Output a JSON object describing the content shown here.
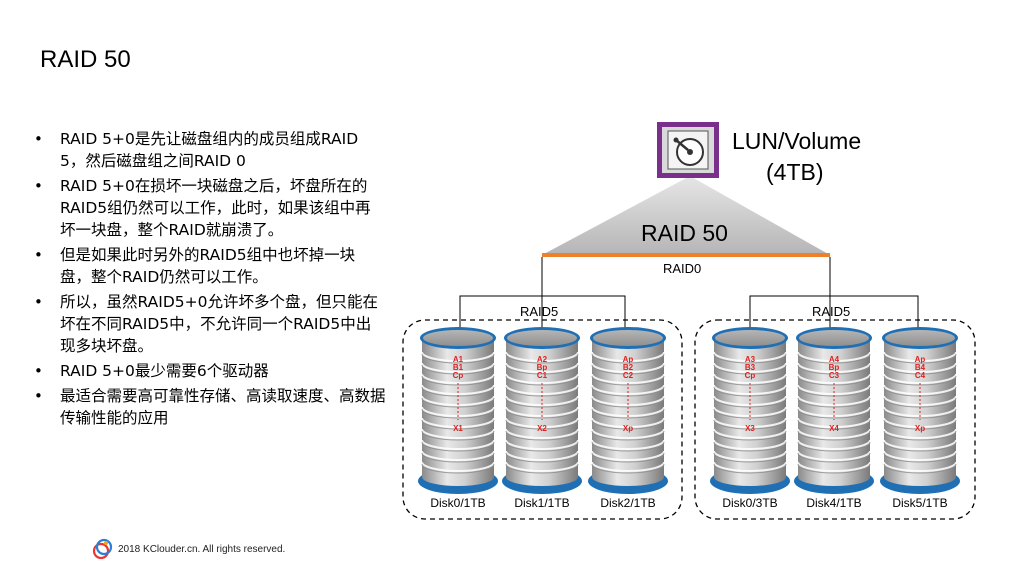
{
  "slide": {
    "title": "RAID 50",
    "bullets": [
      "RAID 5+0是先让磁盘组内的成员组成RAID 5，然后磁盘组之间RAID 0",
      "RAID 5+0在损坏一块磁盘之后，坏盘所在的RAID5组仍然可以工作，此时，如果该组中再坏一块盘，整个RAID就崩溃了。",
      "但是如果此时另外的RAID5组中也坏掉一块盘，整个RAID仍然可以工作。",
      "所以，虽然RAID5+0允许坏多个盘，但只能在坏在不同RAID5中，不允许同一个RAID5中出现多块坏盘。",
      "RAID 5+0最少需要6个驱动器",
      "最适合需要高可靠性存储、高读取速度、高数据传输性能的应用"
    ],
    "footer": "2018 KClouder.cn. All rights reserved."
  },
  "diagram": {
    "lun_line1": "LUN/Volume",
    "lun_line2": "(4TB)",
    "raid50_label": "RAID 50",
    "raid0_label": "RAID0",
    "groups": [
      {
        "label": "RAID5",
        "disks": [
          {
            "name": "Disk0/1TB",
            "blocks": [
              "A1",
              "B1",
              "Cp"
            ],
            "last": "X1"
          },
          {
            "name": "Disk1/1TB",
            "blocks": [
              "A2",
              "Bp",
              "C1"
            ],
            "last": "X2"
          },
          {
            "name": "Disk2/1TB",
            "blocks": [
              "Ap",
              "B2",
              "C2"
            ],
            "last": "Xp"
          }
        ]
      },
      {
        "label": "RAID5",
        "disks": [
          {
            "name": "Disk0/3TB",
            "blocks": [
              "A3",
              "B3",
              "Cp"
            ],
            "last": "X3"
          },
          {
            "name": "Disk4/1TB",
            "blocks": [
              "A4",
              "Bp",
              "C3"
            ],
            "last": "X4"
          },
          {
            "name": "Disk5/1TB",
            "blocks": [
              "Ap",
              "B4",
              "C4"
            ],
            "last": "Xp"
          }
        ]
      }
    ],
    "colors": {
      "raid0_bar": "#f07f2a",
      "disk_ring": "#1f6fb5",
      "block_text": "#e02020",
      "lun_frame": "#7b2f8c",
      "triangle": "#bdbdbd"
    },
    "icon": "hard-disk-icon"
  }
}
